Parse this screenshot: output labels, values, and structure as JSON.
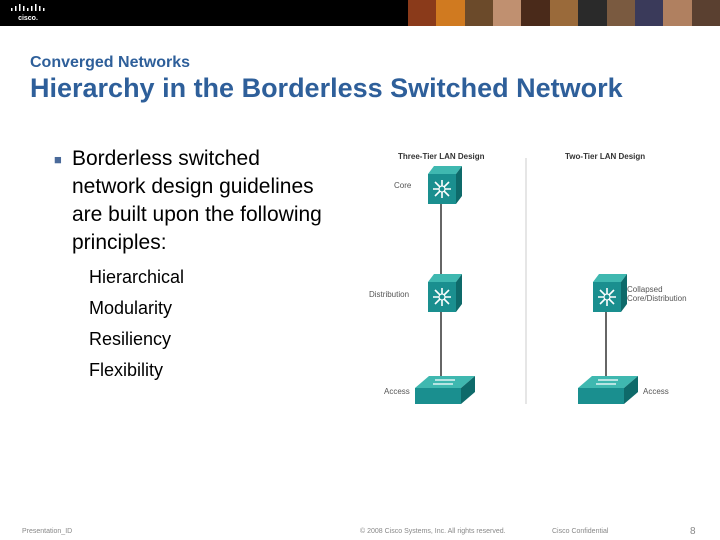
{
  "header": {
    "logo_text": "cisco.",
    "photo_colors": [
      "#8a3a1a",
      "#d07a20",
      "#6b4a2a",
      "#c09070",
      "#4a2a1a",
      "#9a6a3a",
      "#2a2a2a",
      "#7a5a40",
      "#3a3a5a",
      "#b08060",
      "#5a4030"
    ]
  },
  "slide": {
    "subtitle": "Converged Networks",
    "title": "Hierarchy in the Borderless Switched Network",
    "bullet_lines": [
      "Borderless switched",
      "network design guidelines",
      "are built upon the following",
      "principles:"
    ],
    "principles": [
      "Hierarchical",
      "Modularity",
      "Resiliency",
      "Flexibility"
    ]
  },
  "diagram": {
    "three_tier_title": "Three-Tier LAN Design",
    "two_tier_title": "Two-Tier LAN Design",
    "core_label": "Core",
    "distribution_label": "Distribution",
    "access_label_left": "Access",
    "collapsed_label_line1": "Collapsed",
    "collapsed_label_line2": "Core/Distribution",
    "access_label_right": "Access",
    "device_color": "#1a8f8f"
  },
  "footer": {
    "left": "Presentation_ID",
    "copyright": "© 2008 Cisco Systems, Inc. All rights reserved.",
    "confidential": "Cisco Confidential",
    "page": "8"
  }
}
